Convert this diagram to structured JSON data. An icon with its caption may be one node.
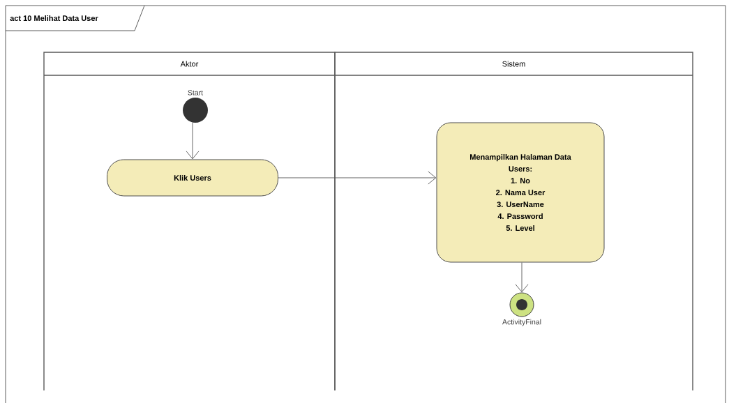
{
  "diagram": {
    "title": "act 10 Melihat Data User",
    "nodes": [
      {
        "text": [
          "Aktor"
        ]
      },
      {
        "text": [
          "Sistem"
        ]
      },
      {
        "text": [],
        "shape": "circle",
        "in": 0,
        "beside": [
          "Start"
        ]
      },
      {
        "text": [
          "Klik Users"
        ],
        "in": 0
      },
      {
        "text": [
          "Menampilkan Halaman Data Users:",
          "1. No",
          "2. Nama User",
          "3. UserName",
          "4. Password",
          "5. Level"
        ],
        "in": 1
      },
      {
        "text": [],
        "shape": "circle",
        "in": 1,
        "beside": [
          "ActivityFinal"
        ]
      }
    ],
    "edges": [
      {
        "from": 2,
        "to": 3,
        "arrow": "to"
      },
      {
        "from": 3,
        "to": 4,
        "arrow": "to"
      },
      {
        "from": 4,
        "to": 5,
        "arrow": "to"
      }
    ]
  }
}
